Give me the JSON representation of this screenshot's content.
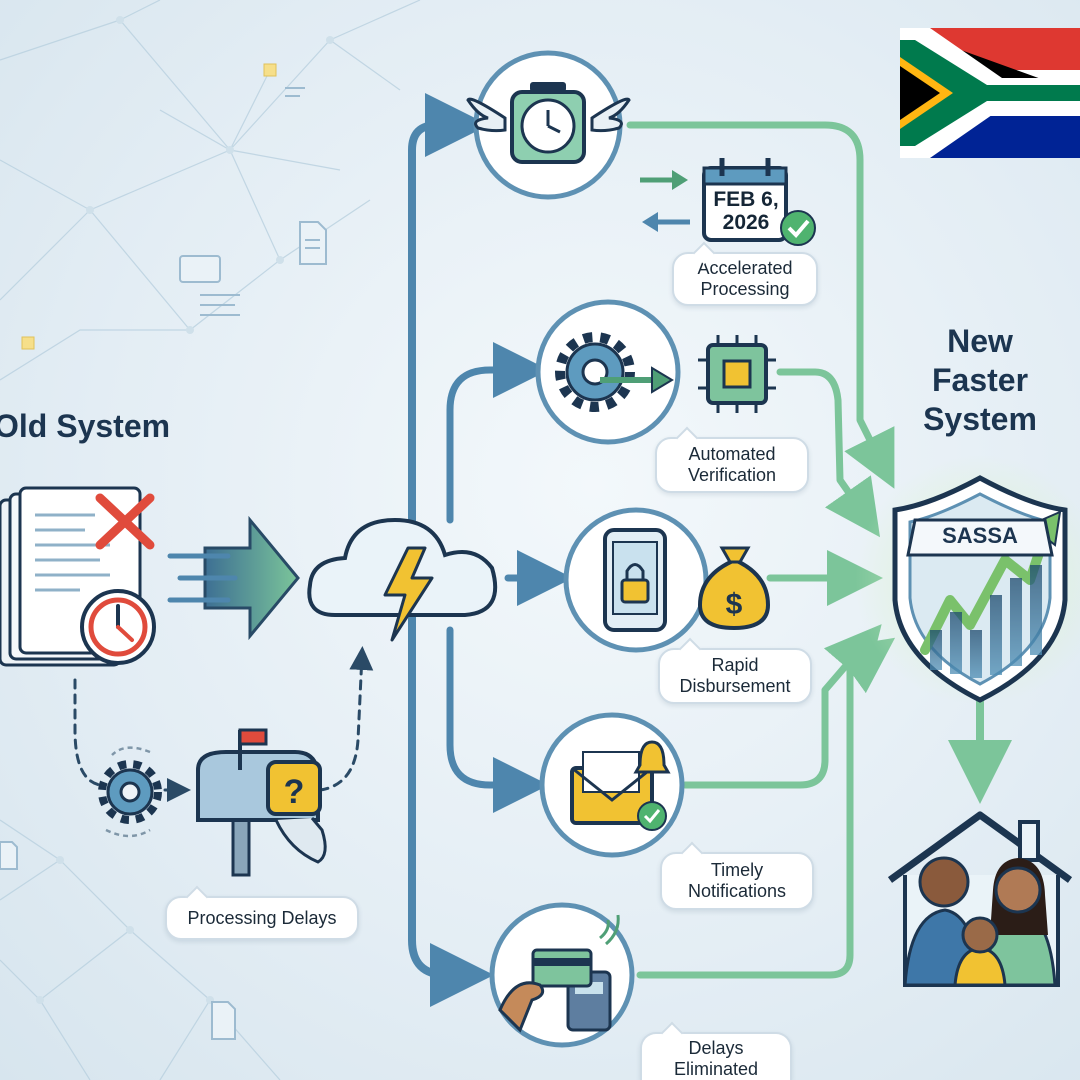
{
  "old_system": {
    "title": "Old System",
    "delay_label": "Processing Delays"
  },
  "new_system": {
    "title_lines": [
      "New",
      "Faster",
      "System"
    ],
    "shield_text": "SASSA"
  },
  "calendar": {
    "line1": "FEB 6,",
    "line2": "2026"
  },
  "steps": [
    {
      "label_lines": [
        "Accelerated",
        "Processing"
      ],
      "icon": "winged-clock-icon"
    },
    {
      "label_lines": [
        "Automated",
        "Verification"
      ],
      "icon": "gear-chip-icon"
    },
    {
      "label_lines": [
        "Rapid",
        "Disbursement"
      ],
      "icon": "phone-lock-money-bag-icon"
    },
    {
      "label_lines": [
        "Timely",
        "Notifications"
      ],
      "icon": "envelope-bell-icon"
    },
    {
      "label_lines": [
        "Delays",
        "Eliminated"
      ],
      "icon": "card-payment-terminal-icon"
    }
  ],
  "icons": {
    "old_docs": "documents-cross-clock-icon",
    "cloud": "cloud-lightning-icon",
    "mailbox": "mailbox-question-icon",
    "flag": "south-africa-flag-icon",
    "shield": "sassa-shield-growth-icon",
    "family": "family-house-icon"
  },
  "colors": {
    "blue_arrow": "#4e86ad",
    "green_arrow": "#7cc59a",
    "navy": "#1c3550",
    "gold": "#f1c232",
    "red": "#e04b3c"
  }
}
